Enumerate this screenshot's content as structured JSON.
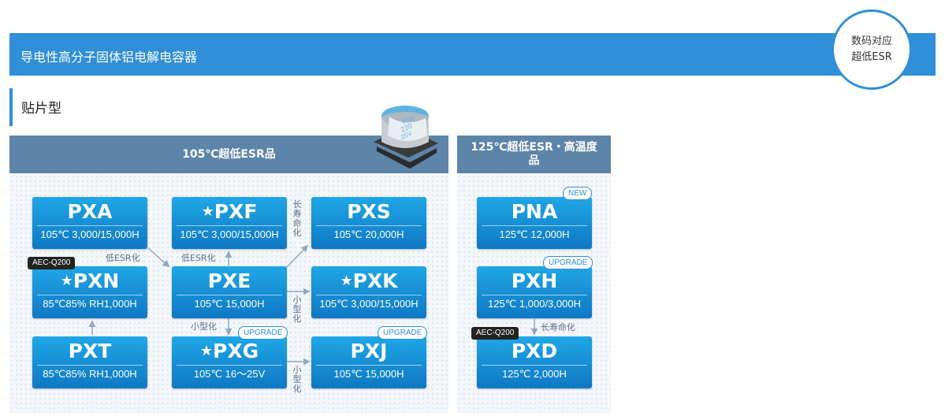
{
  "header": {
    "title": "导电性高分子固体铝电解电容器"
  },
  "badge": {
    "line1": "数码对应",
    "line2": "超低ESR"
  },
  "section": {
    "title": "贴片型"
  },
  "panels": {
    "left_title": "105℃超低ESR品",
    "right_title_line1": "125℃超低ESR・高温度",
    "right_title_line2": "品"
  },
  "capacitor_image": {
    "marking1": "PXA",
    "marking2": "220",
    "marking3": "25V"
  },
  "products": {
    "pxa": {
      "name": "PXA",
      "star": false,
      "spec": "105℃ 3,000/15,000H"
    },
    "pxn": {
      "name": "PXN",
      "star": true,
      "spec": "85℃85% RH1,000H"
    },
    "pxt": {
      "name": "PXT",
      "star": false,
      "spec": "85℃85% RH1,000H"
    },
    "pxf": {
      "name": "PXF",
      "star": true,
      "spec": "105℃ 3,000/15,000H"
    },
    "pxe": {
      "name": "PXE",
      "star": false,
      "spec": "105℃ 15,000H"
    },
    "pxg": {
      "name": "PXG",
      "star": true,
      "spec": "105℃ 16～25V"
    },
    "pxs": {
      "name": "PXS",
      "star": false,
      "spec": "105℃ 20,000H"
    },
    "pxk": {
      "name": "PXK",
      "star": true,
      "spec": "105℃ 3,000/15,000H"
    },
    "pxj": {
      "name": "PXJ",
      "star": false,
      "spec": "105℃ 15,000H"
    },
    "pna": {
      "name": "PNA",
      "star": false,
      "spec": "125℃ 12,000H"
    },
    "pxh": {
      "name": "PXH",
      "star": false,
      "spec": "125℃ 1,000/3,000H"
    },
    "pxd": {
      "name": "PXD",
      "star": false,
      "spec": "125℃ 2,000H"
    }
  },
  "star_symbol": "★",
  "tags": {
    "aec_pxn": "AEC-Q200",
    "aec_pxd": "AEC-Q200",
    "upgrade_pxg": "UPGRADE",
    "upgrade_pxj": "UPGRADE",
    "upgrade_pxh": "UPGRADE",
    "new_pna": "NEW"
  },
  "notes": {
    "low_esr_1": "低ESR化",
    "low_esr_2": "低ESR化",
    "long_life_v": "长寿命化",
    "miniature_v1": "小型化",
    "miniature_h": "小型化",
    "miniature_v2": "小型化",
    "long_life_h": "长寿命化"
  },
  "colors": {
    "header_blue": "#2f8fd8",
    "panel_head": "#5d84a9",
    "card_top": "#1fa7e6",
    "card_bottom": "#0f78c4",
    "arrow": "#8fa8c4"
  }
}
